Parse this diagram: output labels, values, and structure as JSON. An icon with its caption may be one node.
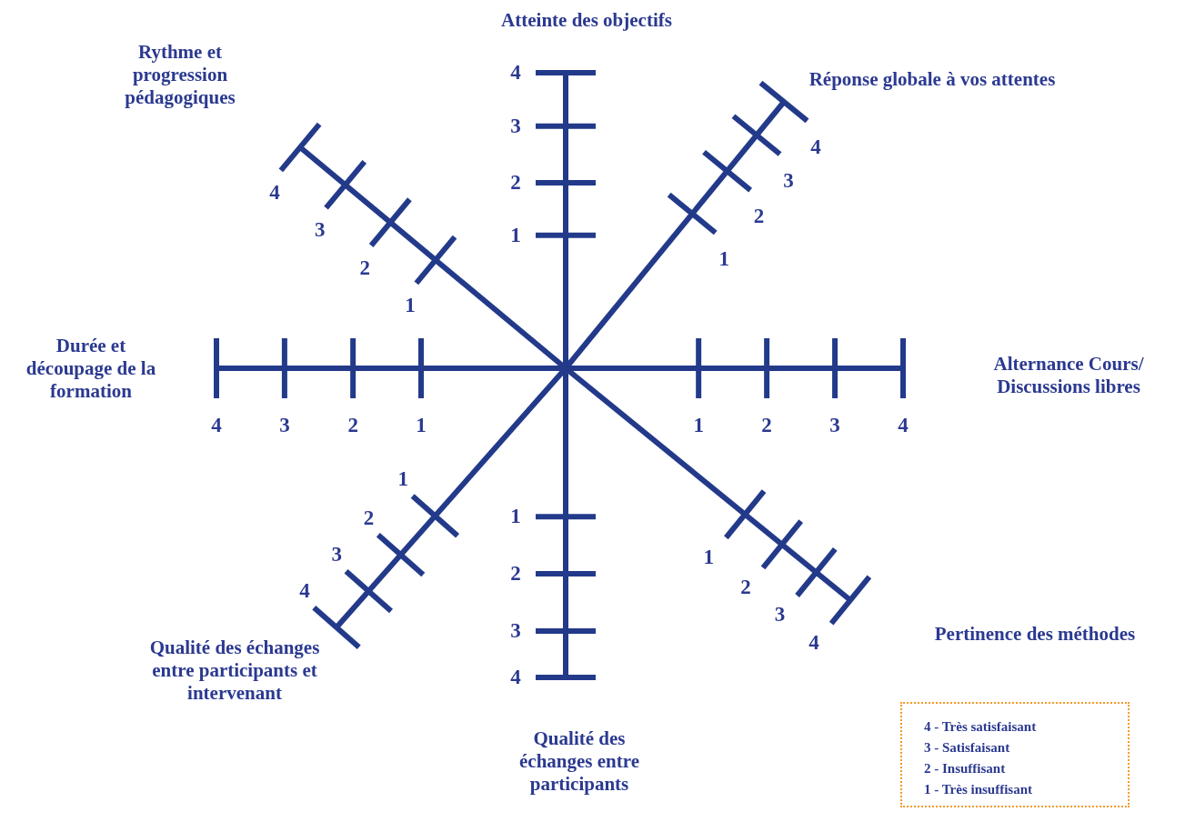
{
  "diagram": {
    "labels": [
      "Atteinte des objectifs",
      "1",
      "2",
      "3",
      "4",
      "Réponse globale à vos attentes",
      "1",
      "2",
      "3",
      "4",
      "Alternance Cours/ Discussions libres",
      "1",
      "2",
      "3",
      "4",
      "Pertinence des méthodes",
      "1",
      "2",
      "3",
      "4",
      "Qualité des échanges entre participants",
      "1",
      "2",
      "3",
      "4",
      "Qualité des échanges entre participants et intervenant",
      "1",
      "2",
      "3",
      "4",
      "Durée et découpage de la formation",
      "1",
      "2",
      "3",
      "4",
      "Rythme et progression pédagogiques",
      "1",
      "2",
      "3",
      "4"
    ],
    "legend": [
      {
        "text": "4 - Très satisfaisant"
      },
      {
        "text": "3 - Satisfaisant"
      },
      {
        "text": "2 - Insuffisant"
      },
      {
        "text": "1 - Très insuffisant"
      }
    ]
  }
}
